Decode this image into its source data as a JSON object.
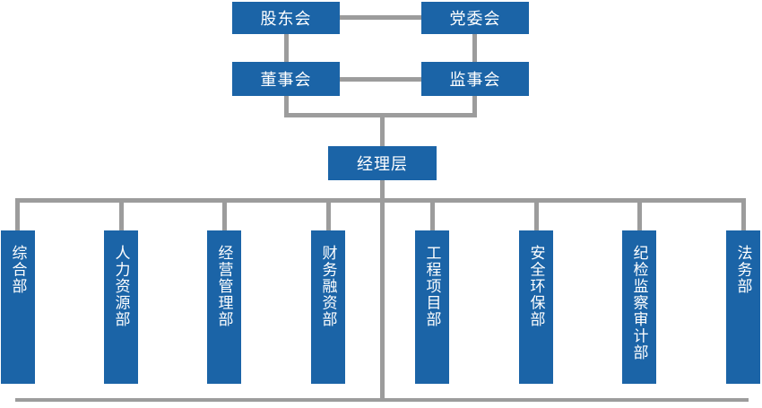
{
  "diagram": {
    "type": "org-chart",
    "governance_row1": [
      {
        "id": "shareholders-meeting",
        "label": "股东会"
      },
      {
        "id": "party-committee",
        "label": "党委会"
      }
    ],
    "governance_row2": [
      {
        "id": "board-of-directors",
        "label": "董事会"
      },
      {
        "id": "supervisory-board",
        "label": "监事会"
      }
    ],
    "management": {
      "id": "management-level",
      "label": "经理层"
    },
    "departments": [
      {
        "id": "general-affairs",
        "label": "综合部"
      },
      {
        "id": "human-resources",
        "label": "人力资源部"
      },
      {
        "id": "business-management",
        "label": "经营管理部"
      },
      {
        "id": "finance-financing",
        "label": "财务融资部"
      },
      {
        "id": "engineering-projects",
        "label": "工程项目部"
      },
      {
        "id": "safety-environment",
        "label": "安全环保部"
      },
      {
        "id": "discipline-supervision-audit",
        "label": "纪检监察审计部"
      },
      {
        "id": "legal-affairs",
        "label": "法务部"
      }
    ],
    "edges": [
      "股东会-党委会",
      "董事会-监事会",
      "股东会-董事会",
      "党委会-监事会",
      "董事会+监事会-经理层",
      "经理层-所有部门"
    ]
  },
  "colors": {
    "box_blue": "#1b64a7",
    "line_gray": "#9c9c9c",
    "text_color": "#ffffff"
  }
}
